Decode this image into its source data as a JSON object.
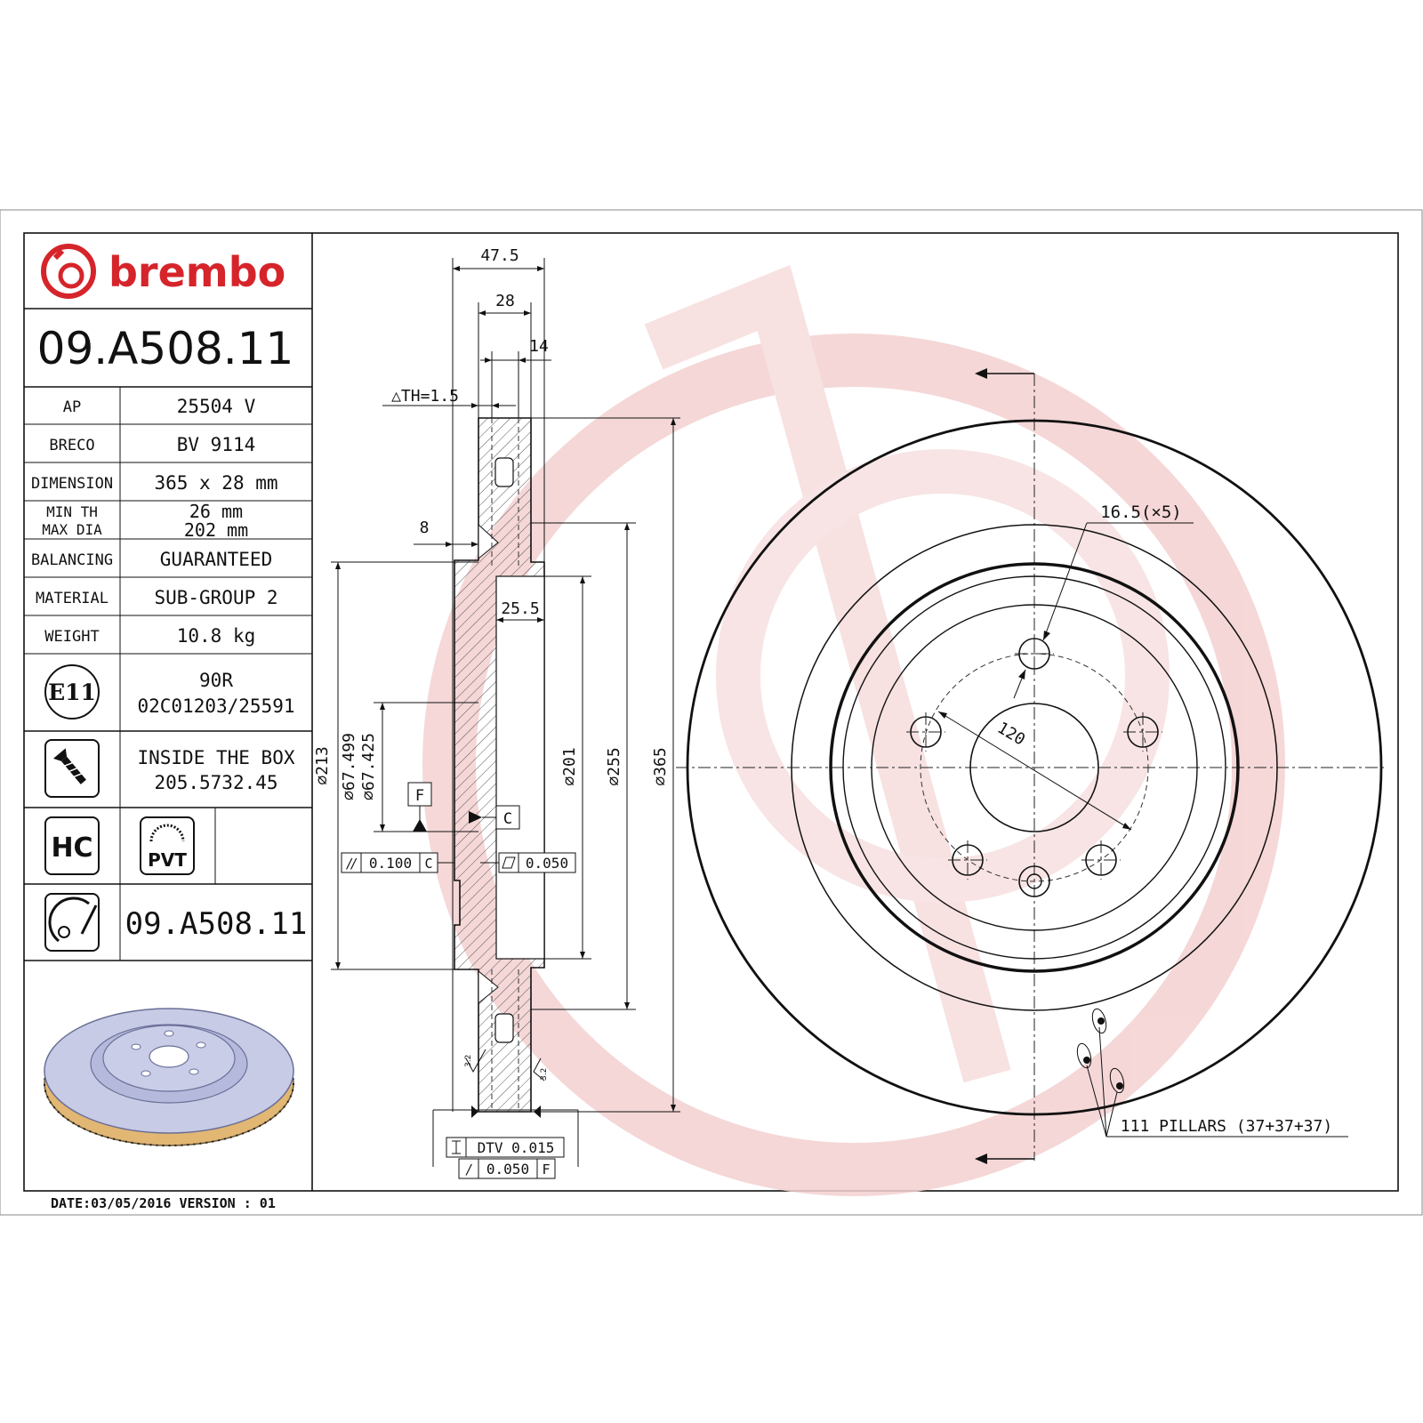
{
  "brand": {
    "name": "brembo",
    "color": "#d6242b",
    "watermark_color": "#f2c8c8"
  },
  "part_number": "09.A508.11",
  "specs": [
    {
      "label": "AP",
      "value": "25504 V"
    },
    {
      "label": "BRECO",
      "value": "BV 9114"
    },
    {
      "label": "DIMENSION",
      "value": "365 x 28 mm"
    },
    {
      "label": "MIN TH",
      "label2": "MAX DIA",
      "value": "26 mm",
      "value2": "202 mm"
    },
    {
      "label": "BALANCING",
      "value": "GUARANTEED"
    },
    {
      "label": "MATERIAL",
      "value": "SUB-GROUP 2"
    },
    {
      "label": "WEIGHT",
      "value": "10.8 kg"
    }
  ],
  "approval": {
    "badge": "E11",
    "line1": "90R",
    "line2": "02C01203/25591"
  },
  "screws": {
    "icon": "screw-icon",
    "line1": "INSIDE THE BOX",
    "line2": "205.5732.45"
  },
  "badges": {
    "hc": "HC",
    "pvt": "PVT"
  },
  "bottom_part_number": "09.A508.11",
  "footer": "DATE:03/05/2016 VERSION : 01",
  "drawing": {
    "dims": {
      "d47_5": "47.5",
      "d28": "28",
      "d14": "14",
      "th": "△TH=1.5",
      "d8": "8",
      "d25_5": "25.5",
      "d213": "⌀213",
      "d67_499": "⌀67.499",
      "d67_425": "⌀67.425",
      "d201": "⌀201",
      "d255": "⌀255",
      "d365": "⌀365",
      "datum_f": "F",
      "datum_c": "C",
      "tol_parallel": "0.100",
      "tol_parallel_ref": "C",
      "tol_flat": "0.050",
      "dtv": "DTV 0.015",
      "runout": "0.050",
      "runout_ref": "F",
      "roughness_left": "3.2",
      "roughness_right": "3.2",
      "holes": "16.5(×5)",
      "pcd": "120",
      "pillars": "111 PILLARS (37+37+37)"
    }
  }
}
